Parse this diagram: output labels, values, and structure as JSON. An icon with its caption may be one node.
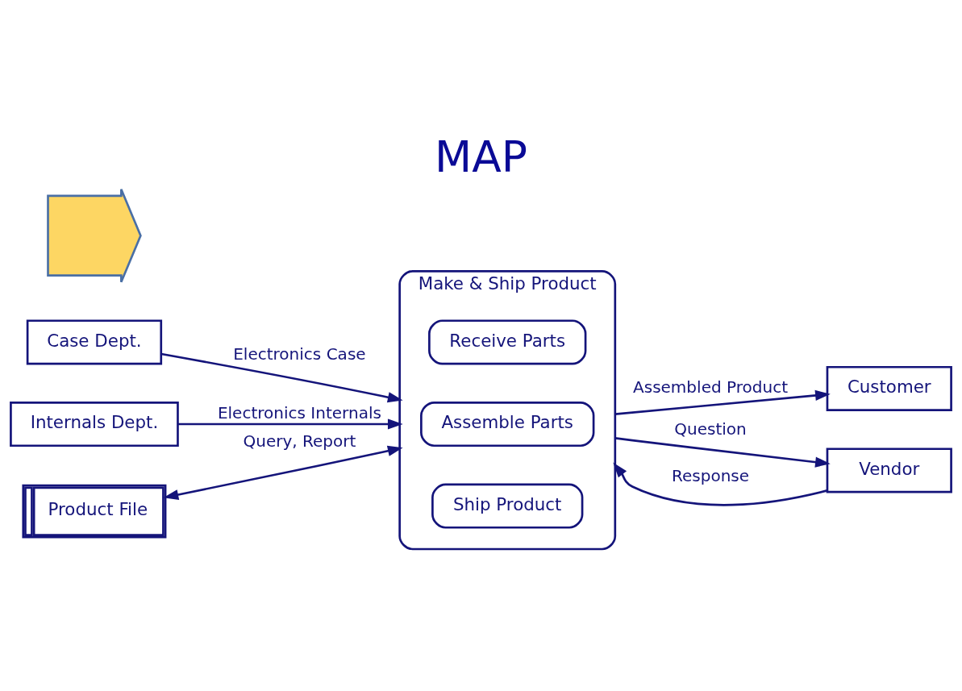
{
  "diagram": {
    "title": "MAP",
    "nodes": [
      {
        "text": [
          "Make & Ship Product"
        ]
      },
      {
        "text": [
          "Receive Parts"
        ],
        "in": 0
      },
      {
        "text": [
          "Assemble Parts"
        ],
        "in": 0
      },
      {
        "text": [
          "Ship Product"
        ],
        "in": 0
      },
      {
        "text": [
          "Case Dept."
        ]
      },
      {
        "text": [
          "Internals Dept."
        ]
      },
      {
        "text": [
          "Product File"
        ]
      },
      {
        "text": [
          "Customer"
        ]
      },
      {
        "text": [
          "Vendor"
        ]
      },
      {
        "text": [],
        "shape": "arrow"
      }
    ],
    "edges": [
      {
        "from": 4,
        "to": 0,
        "arrow": "to",
        "label": "Electronics Case"
      },
      {
        "from": 5,
        "to": 0,
        "arrow": "to",
        "label": "Electronics Internals"
      },
      {
        "from": 6,
        "to": 0,
        "arrow": "both",
        "label": "Query, Report"
      },
      {
        "from": 0,
        "to": 7,
        "arrow": "to",
        "label": "Assembled Product"
      },
      {
        "from": 0,
        "to": 8,
        "arrow": "to",
        "label": "Question"
      },
      {
        "from": 8,
        "to": 0,
        "arrow": "to",
        "label": "Response"
      }
    ]
  }
}
